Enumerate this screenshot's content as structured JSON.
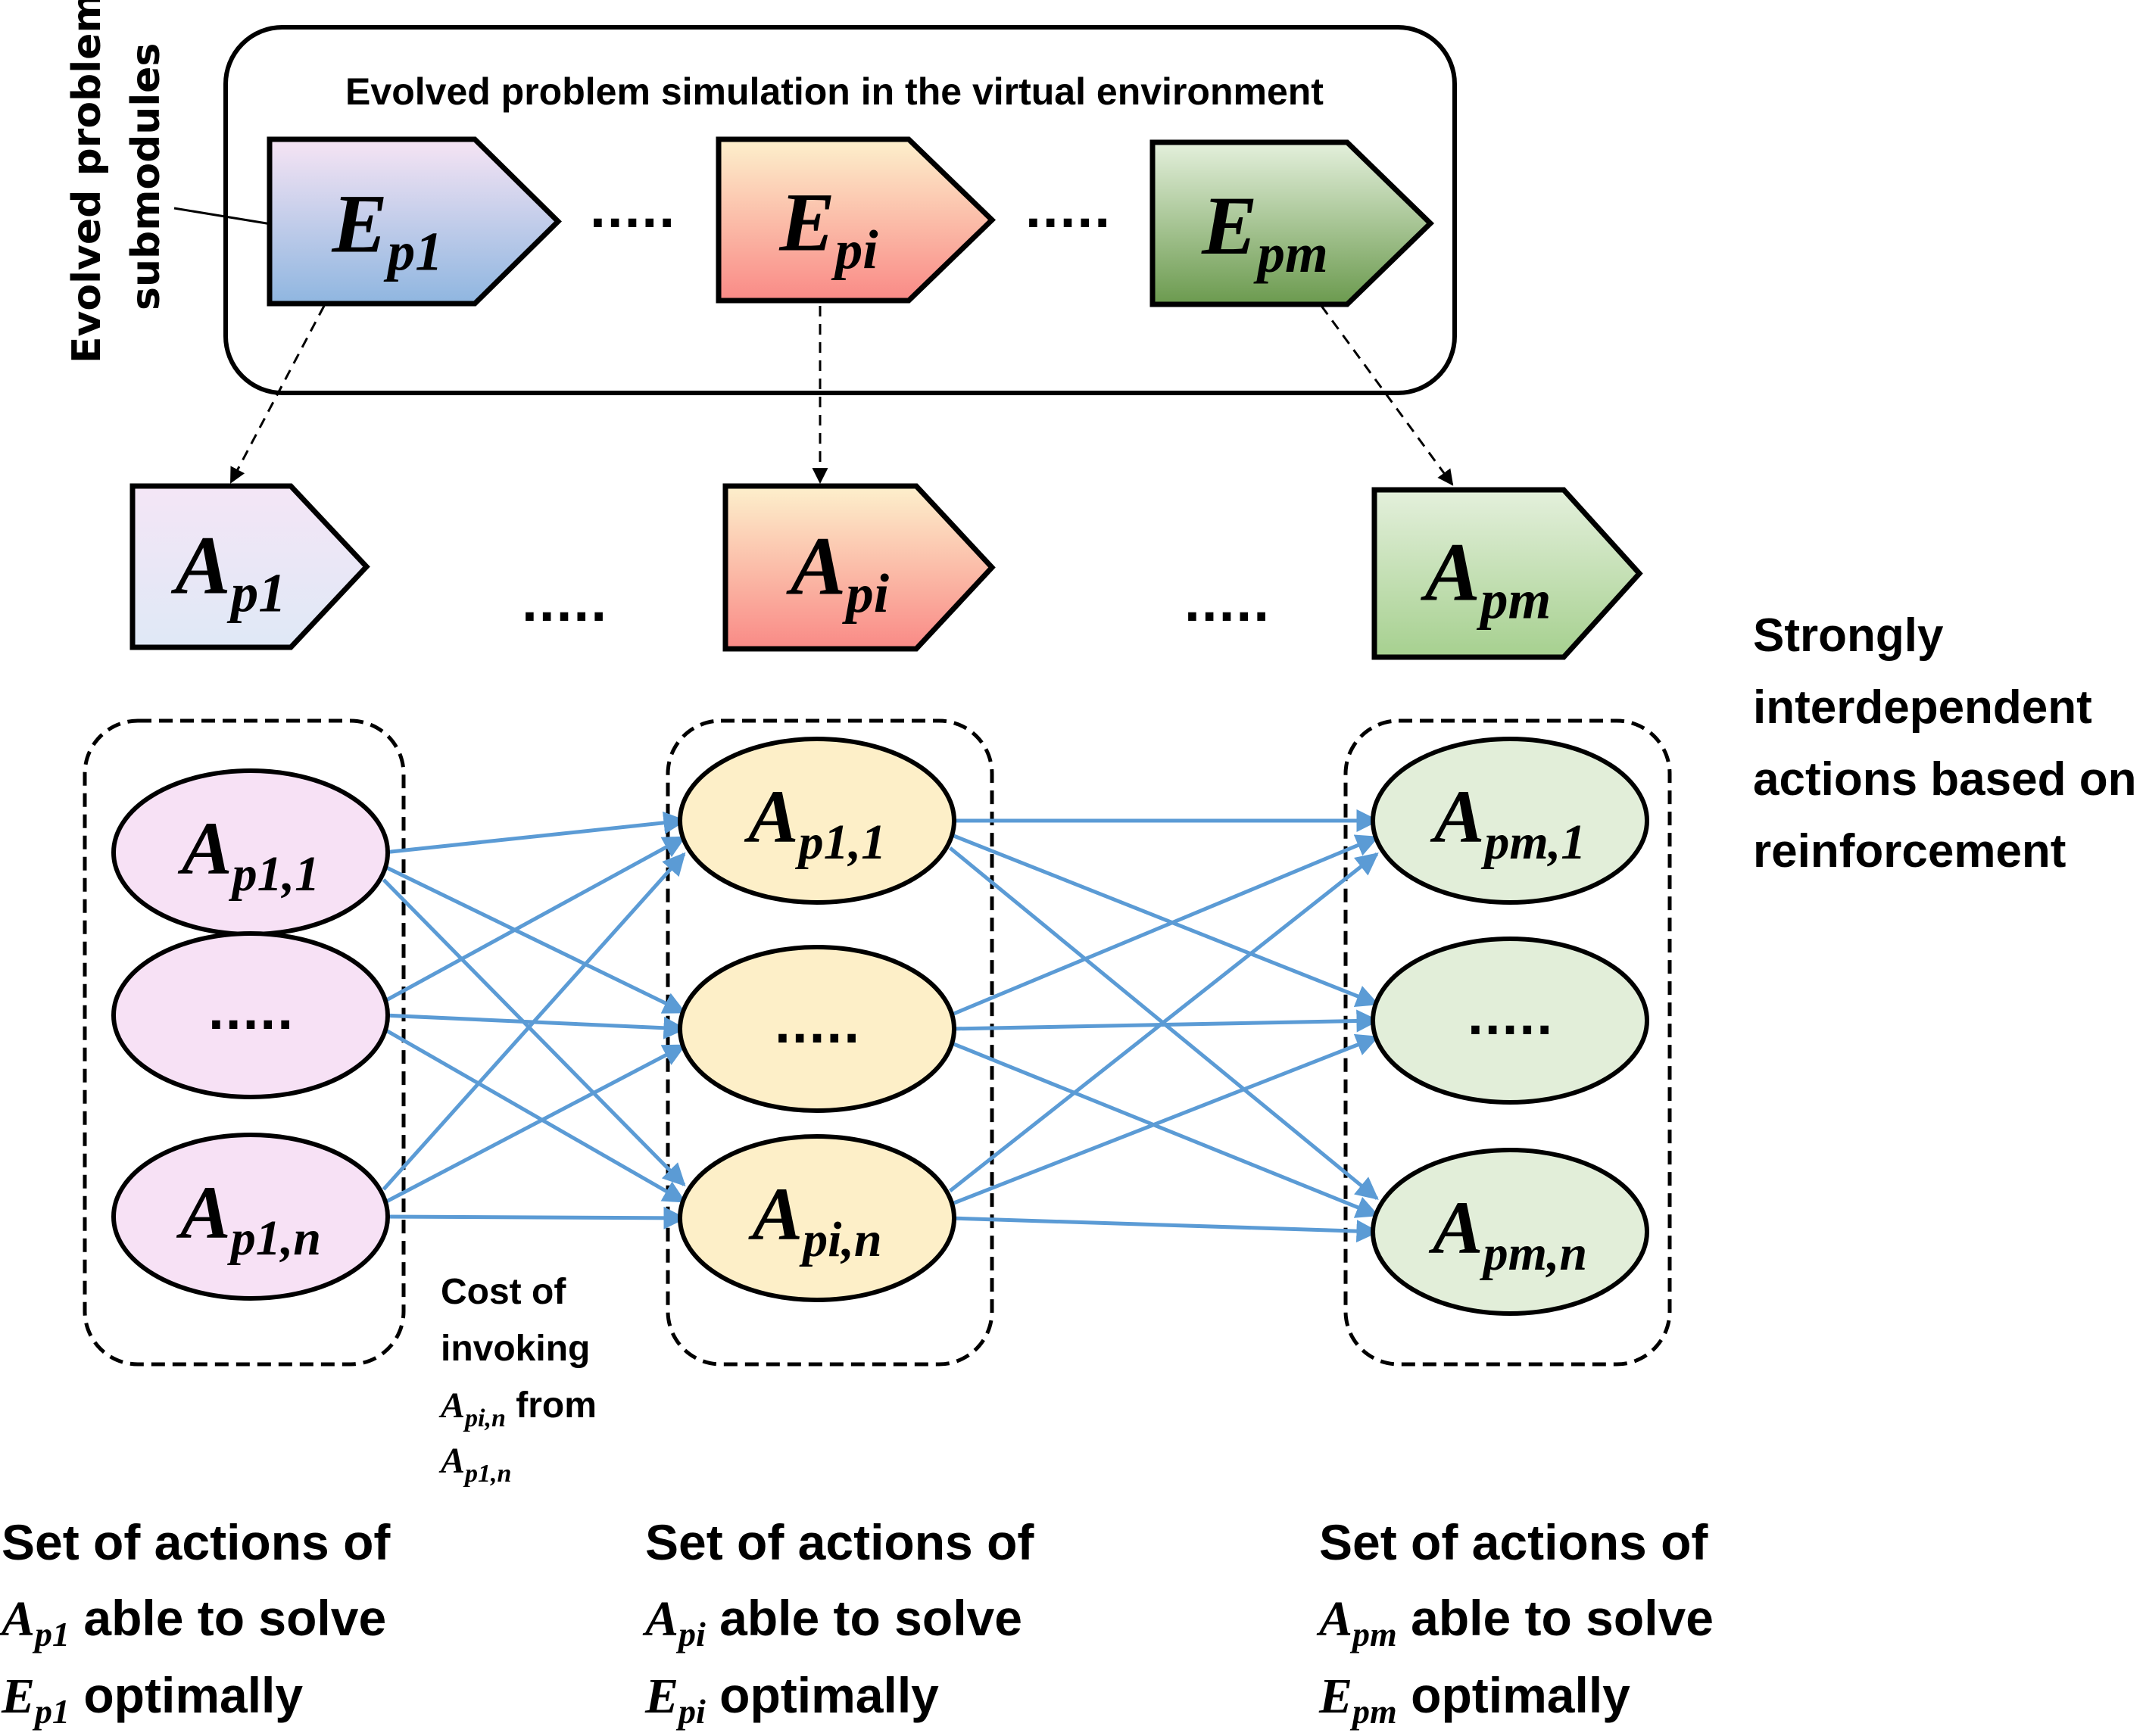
{
  "diagram": {
    "side_label": {
      "line1": "Evolved problem",
      "line2": "submodules"
    },
    "env_title": "Evolved problem simulation in the virtual environment",
    "ellipsis": ".....",
    "evolved_modules": [
      {
        "base": "E",
        "sub": "p1",
        "gradient_top": "#f6e4f4",
        "gradient_bottom": "#8fb6e0"
      },
      {
        "base": "E",
        "sub": "pi",
        "gradient_top": "#fdf0cc",
        "gradient_bottom": "#f98a86"
      },
      {
        "base": "E",
        "sub": "pm",
        "gradient_top": "#e4f0dc",
        "gradient_bottom": "#6b9a4e"
      }
    ],
    "agents": [
      {
        "base": "A",
        "sub": "p1",
        "gradient_top": "#f4e6f6",
        "gradient_bottom": "#dfe8f6"
      },
      {
        "base": "A",
        "sub": "pi",
        "gradient_top": "#fdf0cc",
        "gradient_bottom": "#f98a86"
      },
      {
        "base": "A",
        "sub": "pm",
        "gradient_top": "#e4f0dc",
        "gradient_bottom": "#a6d08f"
      }
    ],
    "action_columns": [
      {
        "fill": "#f7e1f5",
        "nodes": [
          {
            "base": "A",
            "sub": "p1,1"
          },
          {
            "base": "",
            "sub": "",
            "text": "....."
          },
          {
            "base": "A",
            "sub": "p1,n"
          }
        ],
        "caption": {
          "line1": "Set of actions of",
          "line2_math": {
            "base": "A",
            "sub": "p1"
          },
          "line2_text": " able to solve",
          "line3_math": {
            "base": "E",
            "sub": "p1"
          },
          "line3_text": " optimally"
        }
      },
      {
        "fill": "#fdefc8",
        "nodes": [
          {
            "base": "A",
            "sub": "p1,1"
          },
          {
            "base": "",
            "sub": "",
            "text": "....."
          },
          {
            "base": "A",
            "sub": "pi,n"
          }
        ],
        "caption": {
          "line1": "Set of actions of",
          "line2_math": {
            "base": "A",
            "sub": "pi"
          },
          "line2_text": " able to solve",
          "line3_math": {
            "base": "E",
            "sub": "pi"
          },
          "line3_text": " optimally"
        }
      },
      {
        "fill": "#e2eed9",
        "nodes": [
          {
            "base": "A",
            "sub": "pm,1"
          },
          {
            "base": "",
            "sub": "",
            "text": "....."
          },
          {
            "base": "A",
            "sub": "pm,n"
          }
        ],
        "caption": {
          "line1": "Set of actions of",
          "line2_math": {
            "base": "A",
            "sub": "pm"
          },
          "line2_text": " able to solve",
          "line3_math": {
            "base": "E",
            "sub": "pm"
          },
          "line3_text": " optimally"
        }
      }
    ],
    "cost_note": {
      "line1": "Cost of",
      "line2": "invoking",
      "line3_math": {
        "base": "A",
        "sub": "pi,n"
      },
      "line3_text": " from",
      "line4_math": {
        "base": "A",
        "sub": "p1,n"
      }
    },
    "right_note": [
      "Strongly",
      "interdependent",
      "actions based on",
      "reinforcement"
    ],
    "colors": {
      "arrow": "#5b9bd5",
      "stroke": "#000000"
    }
  }
}
